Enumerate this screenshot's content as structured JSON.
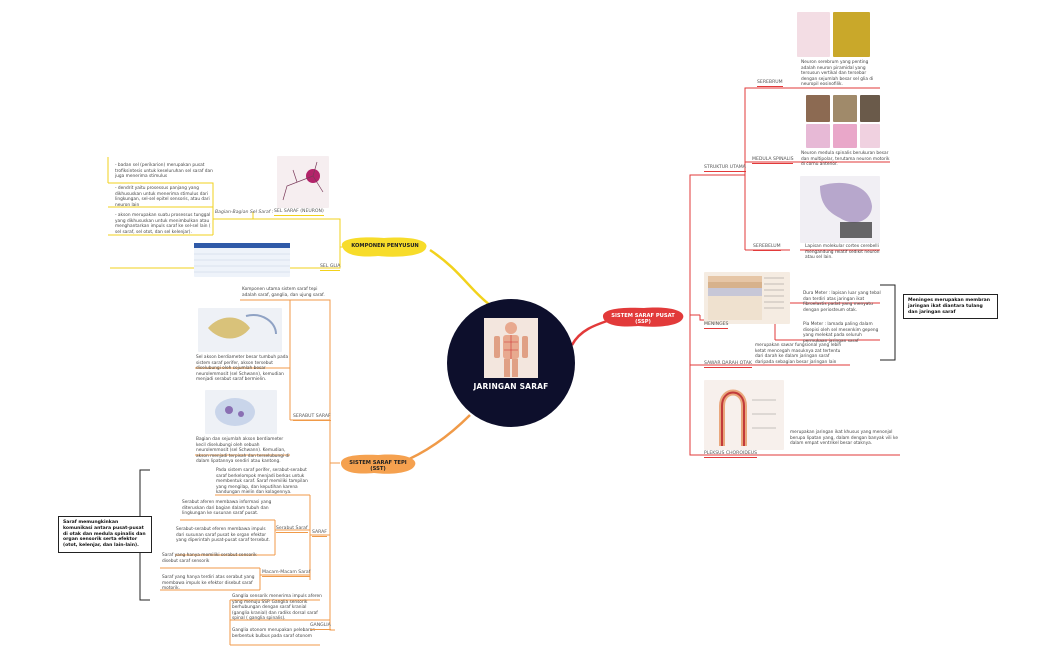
{
  "title": "JARINGAN SARAF",
  "branches": {
    "komponen": "KOMPONEN PENYUSUN",
    "ssp": "SISTEM SARAF PUSAT (SSP)",
    "sst": "SISTEM SARAF TEPI (SST)"
  },
  "komponen": {
    "sel_saraf": "SEL SARAF (NEURON)",
    "bagian": "Bagian-Bagian Sel Saraf :",
    "sel_glia": "SEL GLIA",
    "notes": [
      "- badan sel (perikarion) merupakan pusat trofiksintesis untuk keseluruhan sel saraf dan juga menerima stimulus",
      "- dendrit yaitu prosessus panjang yang dikhususkan untuk menerima stimulus dari lingkungan, sel-sel epitel sensoris, atau dari neuron lain",
      "- akson merupakan suatu prosessus tunggal yang dikhususkan untuk menimbulkan atau menghantarkan impuls saraf ke sel-sel lain ( sel saraf, sel otot, dan sel kelenjar)."
    ]
  },
  "ssp": {
    "struktur": "STRUKTUR UTAMA",
    "serebrum": "SEREBRUM",
    "serebrum_note": "Neuron serebrum yang penting adalah neuron piramidal yang tersusun vertikal dan tersebar dengan sejumlah besar sel glia di neuropil eosinofilik.",
    "medula": "MEDULA SPINALIS",
    "medula_note": "Neuron medula spinalis berukuran besar dan multipolar, terutama neuron motorik di cornu anterior.",
    "serebelum": "SEREBELUM",
    "serebelum_note": "Lapisan molekular cortex cerebelli mengandung relatif sedikit neuron atau sel lain.",
    "meninges": "MENINGES",
    "meninges_note1": "Dura Meter : lapisan luar yang tebal dan terdiri atas jaringan ikat fibroelastis padat yang menyatu dengan periosteum otak.",
    "meninges_note2": "Pia Meter : lamada paling dalam disepisi oleh sel mesenkim gepeng yang melekat pada seluruh permukaan jaringan saraf",
    "meninges_box": "Meninges merupakan membran jaringan ikat diantara tulang dan jaringan saraf",
    "sawar": "SAWAR DARAH OTAK",
    "sawar_note": "merupakan sawar fungsional yang lebih ketat mencegah masuknya zat tertentu dari darah ke dalam jaringan saraf daripada sebagian besar jaringan lain",
    "pleksus": "PLEKSUS CHOROIDEUS",
    "pleksus_note": "merupakan jaringan ikat khusus yang menonjol berupa lipatan yang, dalam dengan banyak vili ke dalam empat ventrikel besar otaknya."
  },
  "sst": {
    "intro": "Komponen utama sistem saraf tepi adalah saraf, ganglia, dan ujung saraf.",
    "serabut": "SERABUT SARAF",
    "serabut_note1": "Sel akson berdiameter besar tumbuh pada sistem saraf perifer, akson tersebut diselubungi oleh sejumlah besar neurolemmosit (sel Schwann), kemudian menjadi serabut saraf bermielin.",
    "serabut_note2": "Bagian dan sejumlah akson berdiameter kecil diselubungi oleh sebuah neurolemmosit (sel Schwann). Kemudian, akson menjadi terpisah dan terselubungi di dalam lipatannya sendiri atau kantong.",
    "saraf": "SARAF",
    "saraf_note": "Pada sistem saraf perifer, serabut-serabut saraf berkelompok menjadi berkas untuk membentuk saraf. Saraf memiliki tampilan yang mengilap, dan keputihan karena kandungan mielin dan kolagennya.",
    "serabut_sarat": "Serabut Saraf",
    "sarat_note1": "Serabut aferen membawa informasi yang diteruskan dari bagian dalam tubuh dan lingkungan ke susunan saraf pusat.",
    "sarat_note2": "Serabut-serabut eferen membawa impuls dari susunan saraf pusat ke organ efektor yang diperintah pusat-pusat saraf tersebut.",
    "macam": "Macam-Macam Saraf",
    "macam_note1": "Saraf yang hanya memiliki serabut sensorik disebut saraf sensorik",
    "macam_note2": "Saraf yang hanya terdiri atas serabut yang membawa impuls ke efektor disebut saraf motorik.",
    "ganglia": "GANGLIA",
    "ganglia_note1": "Ganglia sensorik menerima impuls aferen yang menuju SSP. Ganglia sensorik berhubungan dengan saraf kranial (ganglia kranial) dan radiks dorsal saraf spinal ( ganglia spinalis).",
    "ganglia_note2": "Ganglia otonom merupakan pelebaran berbentuk bulbus pada saraf otonom",
    "sst_box": "Saraf memungkinkan komunikasi antara pusat-pusat di otak dan medula spinalis dan organ sensorik serta efektor (otot, kelenjar, dan lain-lain)."
  },
  "colors": {
    "center": "#0d0f2c",
    "yellow": "#f2d21c",
    "orange": "#f09a48",
    "red": "#e23a3a"
  }
}
